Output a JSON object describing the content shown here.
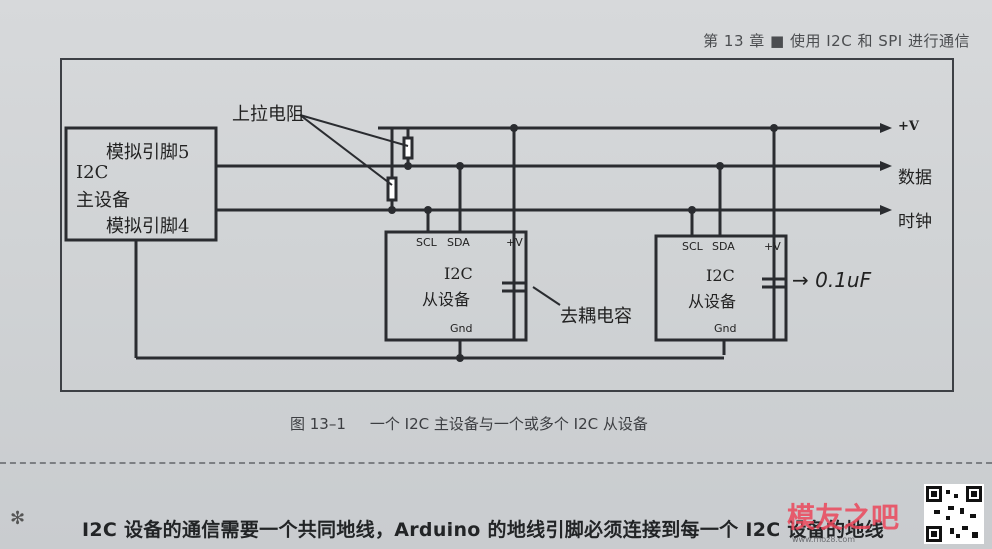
{
  "header": {
    "text": "第 13 章 ■ 使用 I2C 和 SPI 进行通信"
  },
  "diagram": {
    "pullup_label": "上拉电阻",
    "master": {
      "pin5": "模拟引脚5",
      "name": "I2C",
      "role": "主设备",
      "pin4": "模拟引脚4"
    },
    "bus": {
      "power": "+V",
      "data": "数据",
      "clock": "时钟"
    },
    "slave1": {
      "scl": "SCL",
      "sda": "SDA",
      "vplus": "+V",
      "name": "I2C",
      "role": "从设备",
      "gnd": "Gnd"
    },
    "slave2": {
      "scl": "SCL",
      "sda": "SDA",
      "vplus": "+V",
      "name": "I2C",
      "role": "从设备",
      "gnd": "Gnd"
    },
    "decoupling_label": "去耦电容",
    "handwritten_note": "→ 0.1uF"
  },
  "caption": {
    "number": "图 13–1",
    "text": "一个 I2C 主设备与一个或多个 I2C 从设备"
  },
  "body_text": "I2C 设备的通信需要一个共同地线，Arduino 的地线引脚必须连接到每一个 I2C 设备的地线",
  "watermark": {
    "text": "模友之吧",
    "url": "www.moz8.com"
  }
}
